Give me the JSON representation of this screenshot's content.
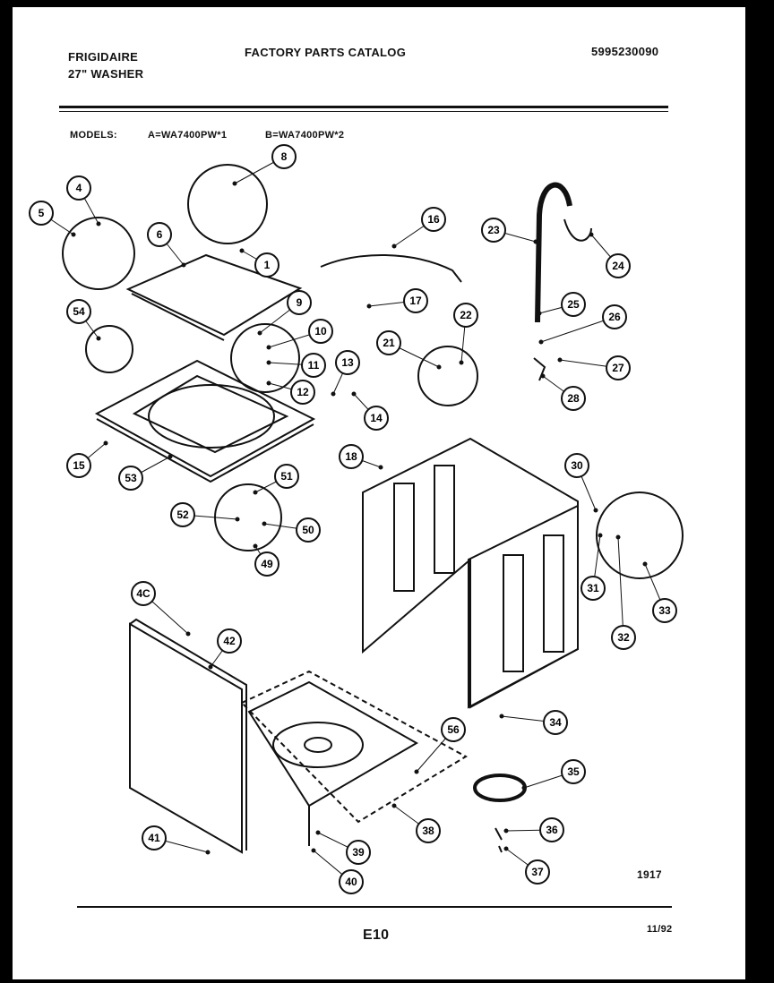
{
  "header": {
    "brand": "FRIGIDAIRE",
    "product": "27\" WASHER",
    "title": "FACTORY PARTS CATALOG",
    "catalog_number": "5995230090",
    "models_label": "MODELS:",
    "model_a": "A=WA7400PW*1",
    "model_b": "B=WA7400PW*2"
  },
  "callouts": [
    "1",
    "4",
    "5",
    "6",
    "8",
    "9",
    "10",
    "11",
    "12",
    "13",
    "14",
    "15",
    "16",
    "17",
    "18",
    "21",
    "22",
    "23",
    "24",
    "25",
    "26",
    "27",
    "28",
    "30",
    "31",
    "32",
    "33",
    "34",
    "35",
    "36",
    "37",
    "38",
    "39",
    "40",
    "41",
    "42",
    "4C",
    "49",
    "50",
    "51",
    "52",
    "53",
    "54",
    "56"
  ],
  "footer": {
    "drawing_code": "1917",
    "page": "E10",
    "date": "11/92"
  }
}
